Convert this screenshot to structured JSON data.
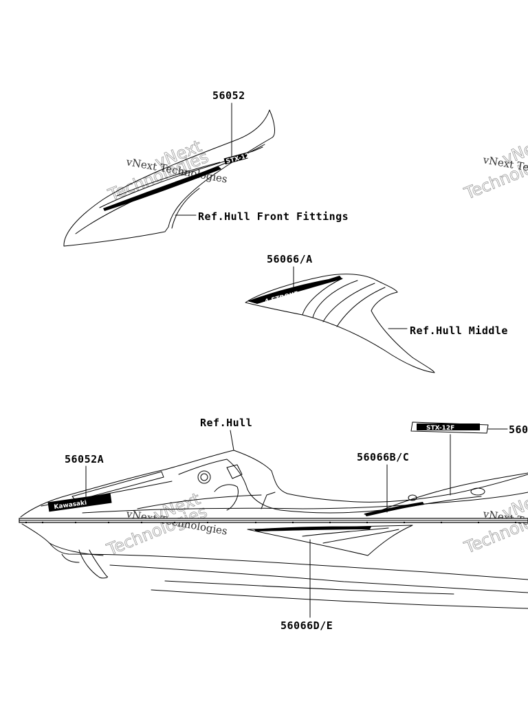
{
  "labels": {
    "part_56052": "56052",
    "ref_hull_front": "Ref.Hull Front Fittings",
    "part_56066A": "56066/A",
    "ref_hull_middle": "Ref.Hull Middle",
    "ref_hull": "Ref.Hull",
    "part_right_cut": "560",
    "part_56052A": "56052A",
    "part_56066BC": "56066B/C",
    "part_56066DE": "56066D/E"
  },
  "decals": {
    "front_logo": "STX-12F",
    "stroke": "4-STROKE",
    "kawasaki": "Kawasaki",
    "side_logo": "STX-12F"
  },
  "watermark": {
    "line1": "vNext Technologies",
    "line2": "vNext",
    "line3": "Technologies"
  },
  "colors": {
    "ink": "#000000",
    "watermark": "#9a9a9a"
  }
}
